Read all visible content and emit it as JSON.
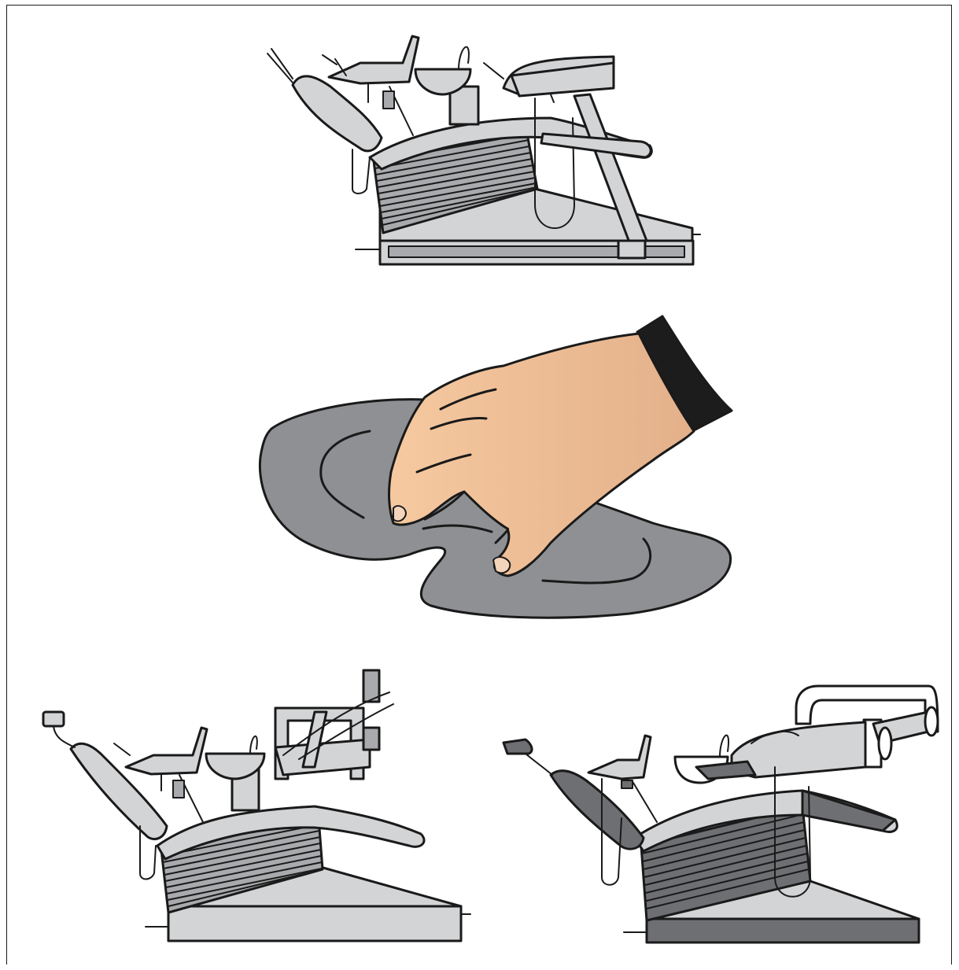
{
  "figure": {
    "panels": [
      {
        "id": "unit-top",
        "subject": "dental-treatment-unit"
      },
      {
        "id": "cleaning",
        "subject": "hand-wiping-with-cloth"
      },
      {
        "id": "unit-bottom-left",
        "subject": "dental-treatment-unit"
      },
      {
        "id": "unit-bottom-right",
        "subject": "dental-treatment-unit"
      }
    ]
  },
  "colors": {
    "unit_light": "#d3d4d6",
    "unit_mid": "#a9aaad",
    "unit_dark": "#6e6f72",
    "cloth": "#8f9093",
    "skin_light": "#f6c9a0",
    "skin_dark": "#e6b48e",
    "sleeve": "#1c1c1c",
    "outline": "#1a1a1a"
  }
}
